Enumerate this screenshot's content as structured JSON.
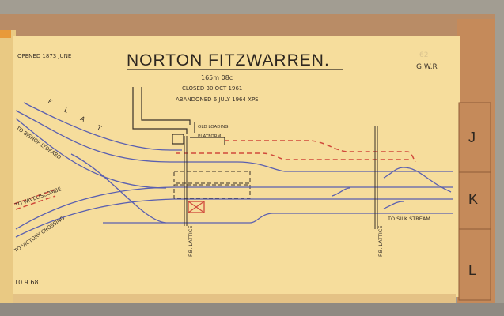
{
  "sheet": {
    "title": "NORTON FITZWARREN.",
    "opened": "OPENED 1873 JUNE",
    "mileage": "165m 08c",
    "closed": "CLOSED 30 OCT 1961",
    "abandoned": "ABANDONED 6 JULY 1964 XPS",
    "company": "G.W.R",
    "page_number": "62",
    "flat_label": "F L A T",
    "date": "10.9.68"
  },
  "labels": {
    "old_loading_platform_1": "OLD LOADING",
    "old_loading_platform_2": "PLATFORM",
    "to_bishops_lydeard": "TO BISHOP LYDEARD",
    "to_wiveliscombe": "TO WIVELISCOMBE",
    "to_victory_crossing": "TO VICTORY CROSSING",
    "to_silk_stream": "TO SILK STREAM",
    "footbridge_1": "F.B. LATTICE",
    "footbridge_2": "F.B. LATTICE"
  },
  "tabs": [
    {
      "label": "J"
    },
    {
      "label": "K"
    },
    {
      "label": "L"
    }
  ],
  "colors": {
    "paper": "#f6dd9c",
    "track": "#5a5fb0",
    "lifted_track": "#d0493b",
    "tab": "#c58a5a"
  }
}
